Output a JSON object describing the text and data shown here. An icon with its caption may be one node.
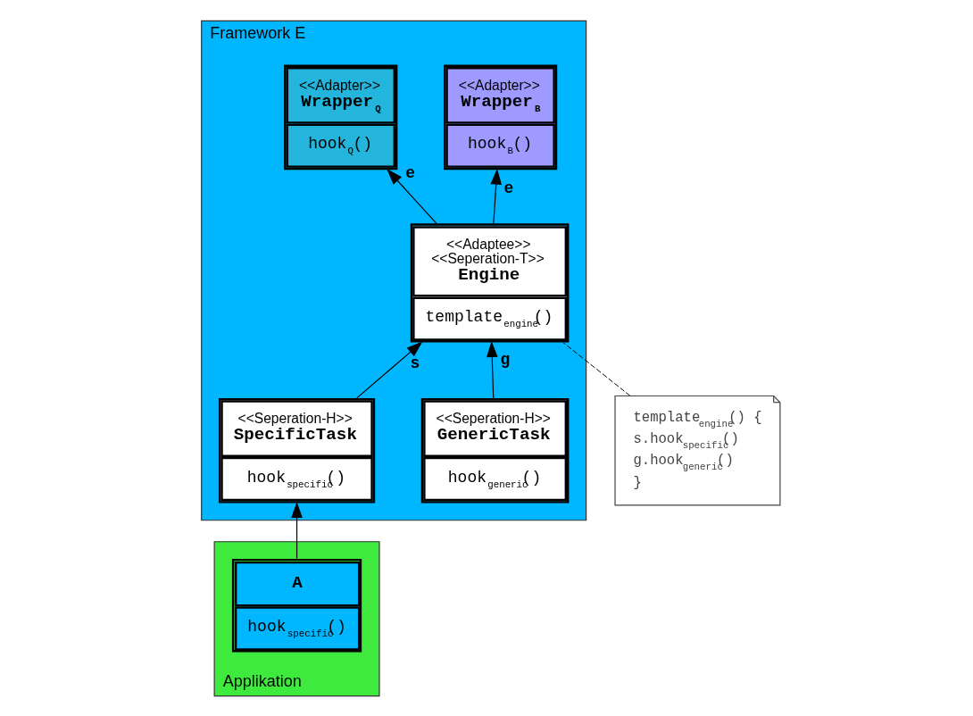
{
  "diagram": {
    "nodes": [
      {
        "text": [
          "Framework E"
        ]
      },
      {
        "text": [
          "<<Adapter>>",
          "Wrapper$_{Q}$",
          "hook$_{Q}$()"
        ],
        "in": 0
      },
      {
        "text": [
          "<<Adaptee>>",
          "<<Seperation-T>>",
          "Engine",
          "template$_{engine}$()"
        ],
        "in": 0
      },
      {
        "text": [
          "<<Adapter>>",
          "Wrapper$_{B}$",
          "hook$_{B}$()"
        ],
        "in": 0
      },
      {
        "text": [
          "<<Seperation-H>>",
          "GenericTask",
          "hook$_{generic}$()"
        ],
        "in": 0
      },
      {
        "text": [
          "<<Seperation-H>>",
          "SpecificTask",
          "hook$_{specific}$()"
        ],
        "in": 0
      },
      {
        "text": [
          "template$_{engine}$() {",
          "s.hook$_{specific}$()",
          "g.hook$_{generic}$()",
          "}"
        ]
      },
      {
        "text": [
          "Applikation"
        ]
      },
      {
        "text": [
          "A",
          "hook$_{specific}$()"
        ],
        "in": 7
      }
    ],
    "edges": [
      {
        "from": 2,
        "to": 1,
        "arrow": "to",
        "label": "e"
      },
      {
        "from": 2,
        "to": 3,
        "arrow": "to",
        "label": "e"
      },
      {
        "from": 4,
        "to": 2,
        "arrow": "to",
        "label": "g"
      },
      {
        "from": 5,
        "to": 2,
        "arrow": "to",
        "label": "s"
      },
      {
        "from": 8,
        "to": 5,
        "arrow": "to"
      },
      {
        "from": 6,
        "to": 2,
        "arrow": "none",
        "style": "dashed"
      }
    ]
  }
}
